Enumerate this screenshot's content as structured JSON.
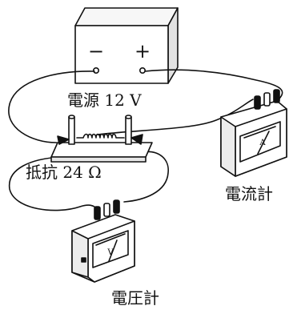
{
  "power_supply": {
    "label": "電源 12 V",
    "minus_sign": "−",
    "plus_sign": "+"
  },
  "resistor": {
    "label": "抵抗 24 Ω"
  },
  "ammeter": {
    "label": "電流計",
    "dial_letter": "A"
  },
  "voltmeter": {
    "label": "電圧計",
    "dial_letter": "V"
  }
}
